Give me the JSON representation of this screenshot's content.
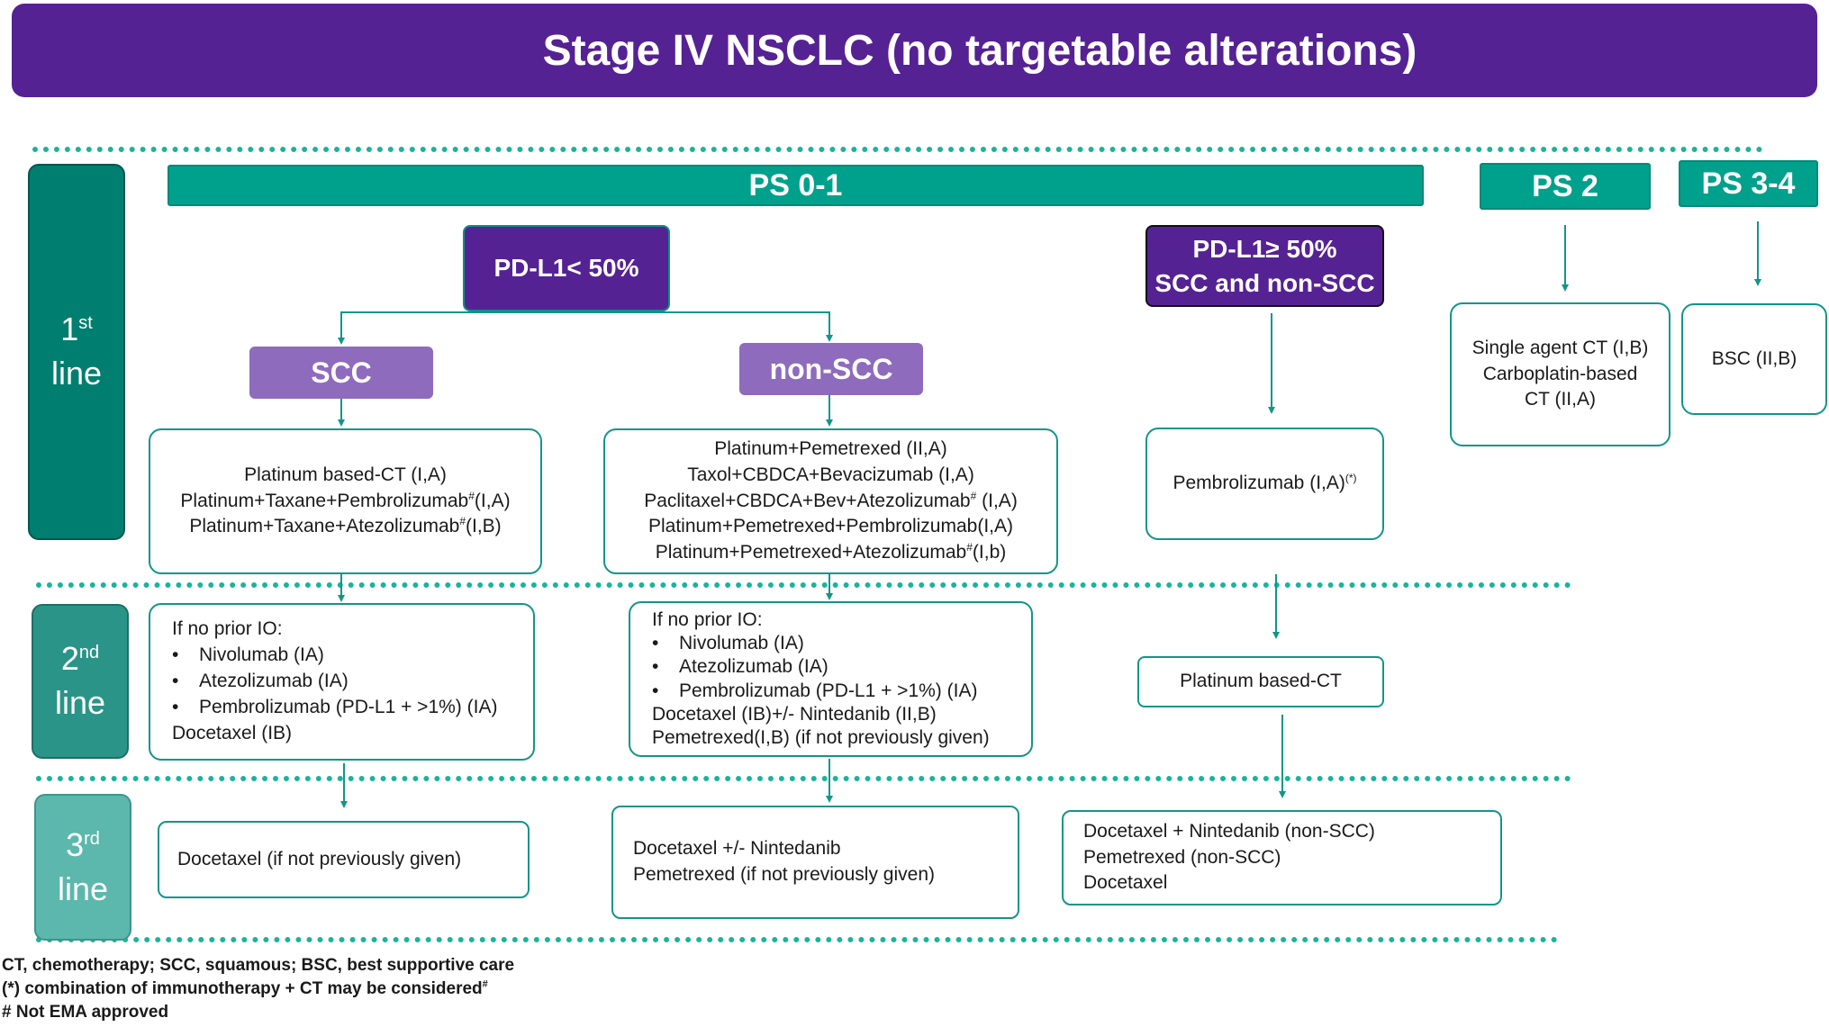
{
  "title": "Stage IV NSCLC (no targetable alterations)",
  "ps": {
    "ps01": "PS 0-1",
    "ps2": "PS 2",
    "ps34": "PS 3-4"
  },
  "lines": {
    "first": {
      "num": "1",
      "sup": "st",
      "word": "line"
    },
    "second": {
      "num": "2",
      "sup": "nd",
      "word": "line"
    },
    "third": {
      "num": "3",
      "sup": "rd",
      "word": "line"
    }
  },
  "pdl1_low": "PD-L1< 50%",
  "pdl1_high": {
    "line1": "PD-L1≥ 50%",
    "line2": "SCC and non-SCC"
  },
  "scc_label": "SCC",
  "nonscc_label": "non-SCC",
  "scc_first": {
    "l1": "Platinum based-CT (I,A)",
    "l2a": "Platinum+Taxane+Pembrolizumab",
    "l2b": "(I,A)",
    "l3a": "Platinum+Taxane+Atezolizumab",
    "l3b": "(I,B)"
  },
  "nonscc_first": {
    "l1": "Platinum+Pemetrexed (II,A)",
    "l2": "Taxol+CBDCA+Bevacizumab (I,A)",
    "l3a": "Paclitaxel+CBDCA+Bev+Atezolizumab",
    "l3b": " (I,A)",
    "l4": "Platinum+Pemetrexed+Pembrolizumab(I,A)",
    "l5a": "Platinum+Pemetrexed+Atezolizumab",
    "l5b": "(I,b)"
  },
  "hash": "#",
  "pembro_first": {
    "text": "Pembrolizumab (I,A)",
    "sup": "(*)"
  },
  "ps2_first": {
    "l1": "Single agent CT (I,B)",
    "l2": "Carboplatin-based",
    "l3": "CT (II,A)"
  },
  "ps34_first": "BSC (II,B)",
  "scc_second": {
    "head": "If no prior IO:",
    "items": [
      "Nivolumab (IA)",
      "Atezolizumab (IA)",
      "Pembrolizumab (PD-L1 + >1%) (IA)"
    ],
    "tail": "Docetaxel (IB)"
  },
  "nonscc_second": {
    "head": "If no prior IO:",
    "items": [
      "Nivolumab (IA)",
      "Atezolizumab (IA)",
      "Pembrolizumab (PD-L1 + >1%) (IA)"
    ],
    "tail1": "Docetaxel (IB)+/- Nintedanib (II,B)",
    "tail2": "Pemetrexed(I,B) (if not previously given)"
  },
  "pembro_second": "Platinum based-CT",
  "scc_third": "Docetaxel (if not previously given)",
  "nonscc_third": {
    "l1": "Docetaxel +/- Nintedanib",
    "l2": "Pemetrexed (if not previously given)"
  },
  "pembro_third": {
    "l1": "Docetaxel + Nintedanib (non-SCC)",
    "l2": "Pemetrexed (non-SCC)",
    "l3": "Docetaxel"
  },
  "bullet_char": "•",
  "footer": {
    "l1": "CT, chemotherapy; SCC, squamous; BSC, best supportive care",
    "l2": "(*) combination of immunotherapy + CT may be considered",
    "l2sup": "#",
    "l3": "# Not EMA approved"
  },
  "colors": {
    "purple": "#552293",
    "teal": "#00a18c",
    "lilac": "#8e6bbd",
    "dots": "#19b49b"
  }
}
